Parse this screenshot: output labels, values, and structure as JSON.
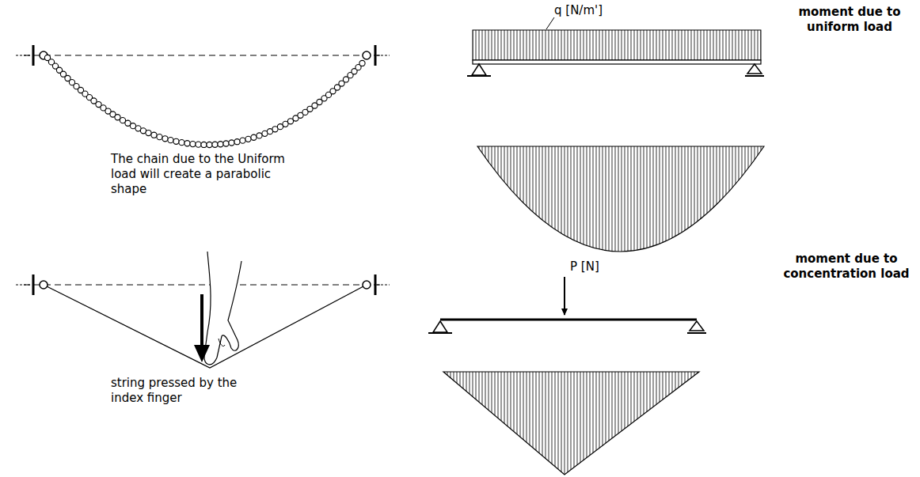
{
  "diagram": {
    "labels": [
      "q [N/m']",
      "moment due to uniform load",
      "The chain due to the Uniform load will create a parabolic shape",
      "P [N]",
      "moment due to concentration load",
      "string pressed by the index finger"
    ]
  }
}
